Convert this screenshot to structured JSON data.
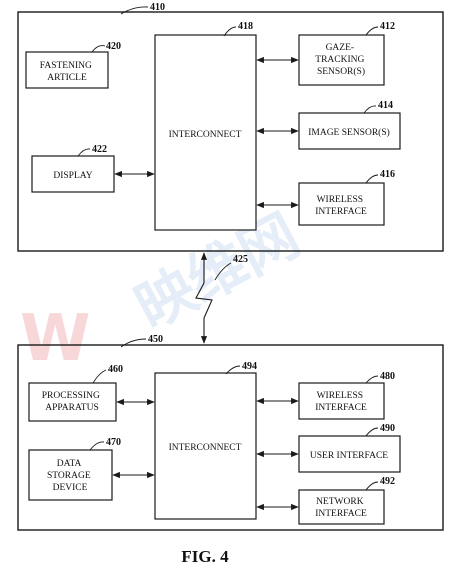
{
  "figure": {
    "caption": "FIG. 4"
  },
  "watermark": {
    "logo": "W",
    "text": "映维网",
    "logo_color": "#f2b8b8",
    "text_color": "#cfe0f3"
  },
  "device_410": {
    "ref": "410",
    "fastening_article": {
      "ref": "420",
      "lines": [
        "FASTENING",
        "ARTICLE"
      ]
    },
    "display": {
      "ref": "422",
      "lines": [
        "DISPLAY"
      ]
    },
    "interconnect": {
      "ref": "418",
      "lines": [
        "INTERCONNECT"
      ]
    },
    "gaze_sensor": {
      "ref": "412",
      "lines": [
        "GAZE-",
        "TRACKING",
        "SENSOR(S)"
      ]
    },
    "image_sensor": {
      "ref": "414",
      "lines": [
        "IMAGE SENSOR(S)"
      ]
    },
    "wireless_interface": {
      "ref": "416",
      "lines": [
        "WIRELESS",
        "INTERFACE"
      ]
    }
  },
  "link": {
    "ref": "425"
  },
  "device_450": {
    "ref": "450",
    "processing_apparatus": {
      "ref": "460",
      "lines": [
        "PROCESSING",
        "APPARATUS"
      ]
    },
    "data_storage": {
      "ref": "470",
      "lines": [
        "DATA",
        "STORAGE",
        "DEVICE"
      ]
    },
    "interconnect": {
      "ref": "494",
      "lines": [
        "INTERCONNECT"
      ]
    },
    "wireless_interface": {
      "ref": "480",
      "lines": [
        "WIRELESS",
        "INTERFACE"
      ]
    },
    "user_interface": {
      "ref": "490",
      "lines": [
        "USER INTERFACE"
      ]
    },
    "network_interface": {
      "ref": "492",
      "lines": [
        "NETWORK",
        "INTERFACE"
      ]
    }
  }
}
